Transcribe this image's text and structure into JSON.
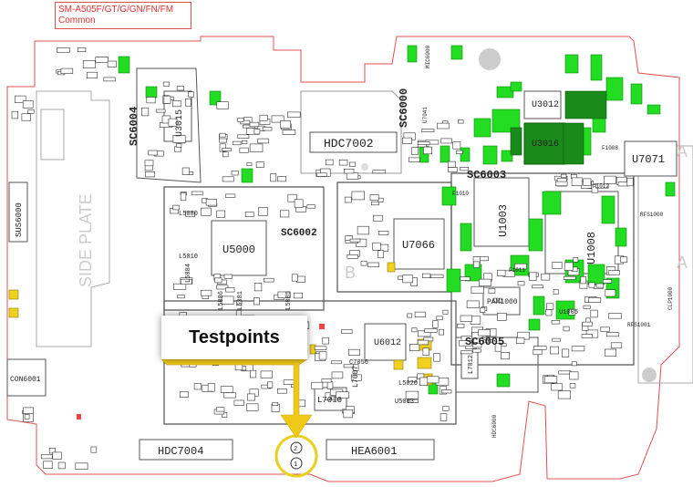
{
  "header": {
    "model": "SM-A505F/GT/G/GN/FN/FM",
    "variant": "Common"
  },
  "callout": {
    "label": "Testpoints"
  },
  "labels": {
    "sc6004": "SC6004",
    "u3015": "U3015",
    "hdc7002": "HDC7002",
    "sc6000": "SC6000",
    "u3012": "U3012",
    "u3016": "U3016",
    "u7071": "U7071",
    "sc6003": "SC6003",
    "sus6000": "SUS6000",
    "side_plate": "SIDE PLATE",
    "u5000": "U5000",
    "sc6002": "SC6002",
    "u7066": "U7066",
    "u1003": "U1003",
    "u1008": "U1008",
    "pam1000": "PAM1000",
    "sc6005": "SC6005",
    "u6012": "U6012",
    "l7010": "L7010",
    "con6001": "CON6001",
    "hdc7004": "HDC7004",
    "hea6001": "HEA6001",
    "l5084": "L5084",
    "l5086": "L5086",
    "l5081": "L5081",
    "l5085": "L5085",
    "l5080": "L5080",
    "l5010": "L5010",
    "l7007": "L7007",
    "l7012": "L7012",
    "l5020": "L5020",
    "c7056": "C7056",
    "u5003": "U5003",
    "u1005": "U1005",
    "f1010": "F1010",
    "f1011": "F1011",
    "mic6000": "MIC6000",
    "hdc6000": "HDC6000",
    "rfs1000": "RFS1000",
    "rfs1001": "RFS1001",
    "clp1000": "CLP1000",
    "u7041": "U7041",
    "f1008": "F1008",
    "f1012": "F1012",
    "letter_a1": "A",
    "letter_a2": "A",
    "letter_b": "B",
    "tp1": "2",
    "tp2": "1"
  },
  "colors": {
    "outline": "#e05050",
    "trace": "#555555",
    "component_green": "#22dd22",
    "component_dark_green": "#1a8a1a",
    "highlight_yellow": "#f0d020",
    "callout_arrow": "#f0c818"
  }
}
